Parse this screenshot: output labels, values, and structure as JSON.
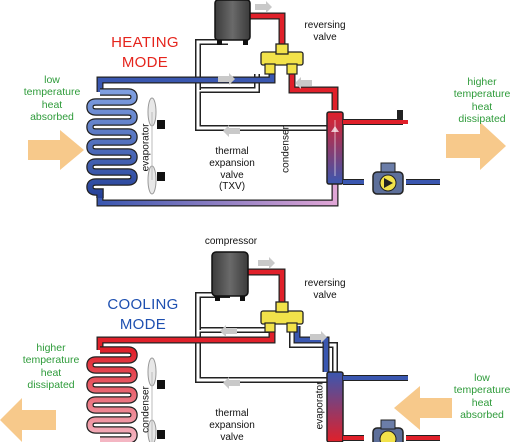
{
  "heating": {
    "mode_title": "HEATING\nMODE",
    "left_note": "low\ntemperature\nheat\nabsorbed",
    "right_note": "higher\ntemperature\nheat\ndissipated",
    "reversing_valve": "reversing\nvalve",
    "coil_left": "evaporator",
    "coil_right": "condenser",
    "txv": "thermal\nexpansion\nvalve\n(TXV)"
  },
  "cooling": {
    "compressor": "compressor",
    "mode_title": "COOLING\nMODE",
    "left_note": "higher\ntemperature\nheat\ndissipated",
    "right_note": "low\ntemperature\nheat\nabsorbed",
    "reversing_valve": "reversing\nvalve",
    "coil_left": "condenser",
    "coil_right": "evaporator",
    "txv": "thermal\nexpansion\nvalve"
  },
  "colors": {
    "hot": "#e0202a",
    "cold": "#2a4fa8",
    "warm_pink": "#d9a6cf",
    "green_text": "#2e9b3a",
    "arrow_fill": "#f7c98b",
    "valve_yellow": "#f2e24a",
    "compressor_gray": "#555555"
  }
}
